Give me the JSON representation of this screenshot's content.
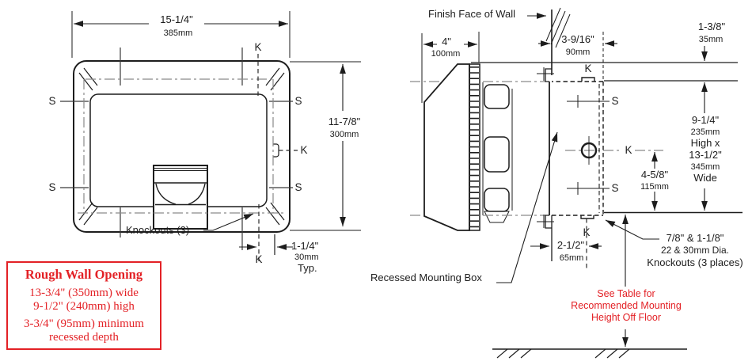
{
  "markers": {
    "s": "S",
    "k": "K"
  },
  "front": {
    "width_in": "15-1/4\"",
    "width_mm": "385mm",
    "height_in": "11-7/8\"",
    "height_mm": "300mm",
    "knockouts": "Knockouts (3)",
    "offset_in": "1-1/4\"",
    "offset_mm": "30mm",
    "offset_typ": "Typ."
  },
  "rough_wall_opening": {
    "title": "Rough Wall Opening",
    "lines": [
      "13-3/4\" (350mm) wide",
      "9-1/2\" (240mm) high",
      "3-3/4\" (95mm) minimum",
      "recessed depth"
    ]
  },
  "side": {
    "finish_face": "Finish Face of Wall",
    "depth_in": "4\"",
    "depth_mm": "100mm",
    "box_depth_in": "3-9/16\"",
    "box_depth_mm": "90mm",
    "overlap_in": "1-3/8\"",
    "overlap_mm": "35mm",
    "box_size": [
      "9-1/4\"",
      "235mm",
      "High x",
      "13-1/2\"",
      "345mm",
      "Wide"
    ],
    "k_offset_in": "4-5/8\"",
    "k_offset_mm": "115mm",
    "ko_offset_in": "2-1/2\"",
    "ko_offset_mm": "65mm",
    "recessed_box": "Recessed Mounting Box",
    "knockouts_note": [
      "7/8\" & 1-1/8\"",
      "22 & 30mm Dia.",
      "Knockouts (3 places)"
    ],
    "mounting_note": [
      "See Table for",
      "Recommended Mounting",
      "Height Off Floor"
    ]
  },
  "colors": {
    "line": "#1d1d1d",
    "red": "#e32126",
    "centerline": "#8a8a8a"
  }
}
